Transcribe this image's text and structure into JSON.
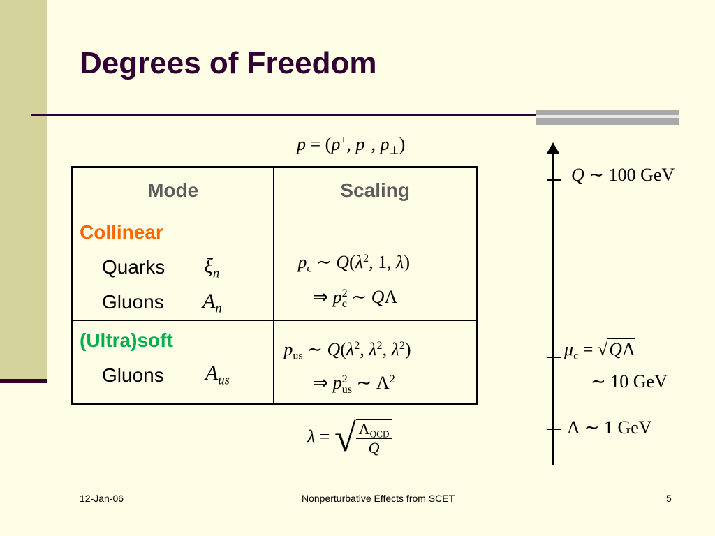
{
  "slide": {
    "title": "Degrees of Freedom",
    "footer_date": "12-Jan-06",
    "footer_title": "Nonperturbative Effects from SCET",
    "page_number": "5"
  },
  "table": {
    "header_mode": "Mode",
    "header_scaling": "Scaling",
    "collinear_label": "Collinear",
    "collinear_quarks": "Quarks",
    "collinear_gluons": "Gluons",
    "ultrasoft_label": "(Ultra)soft",
    "ultrasoft_gluons": "Gluons"
  },
  "scales": {
    "hard": "Q ∼ 100 GeV",
    "collinear": "μc = √QΛ ∼ 10 GeV",
    "soft": "Λ ∼ 1 GeV"
  },
  "colors": {
    "title": "#330033",
    "collinear": "#ff6600",
    "ultrasoft": "#00b050",
    "background": "#fefde6"
  }
}
